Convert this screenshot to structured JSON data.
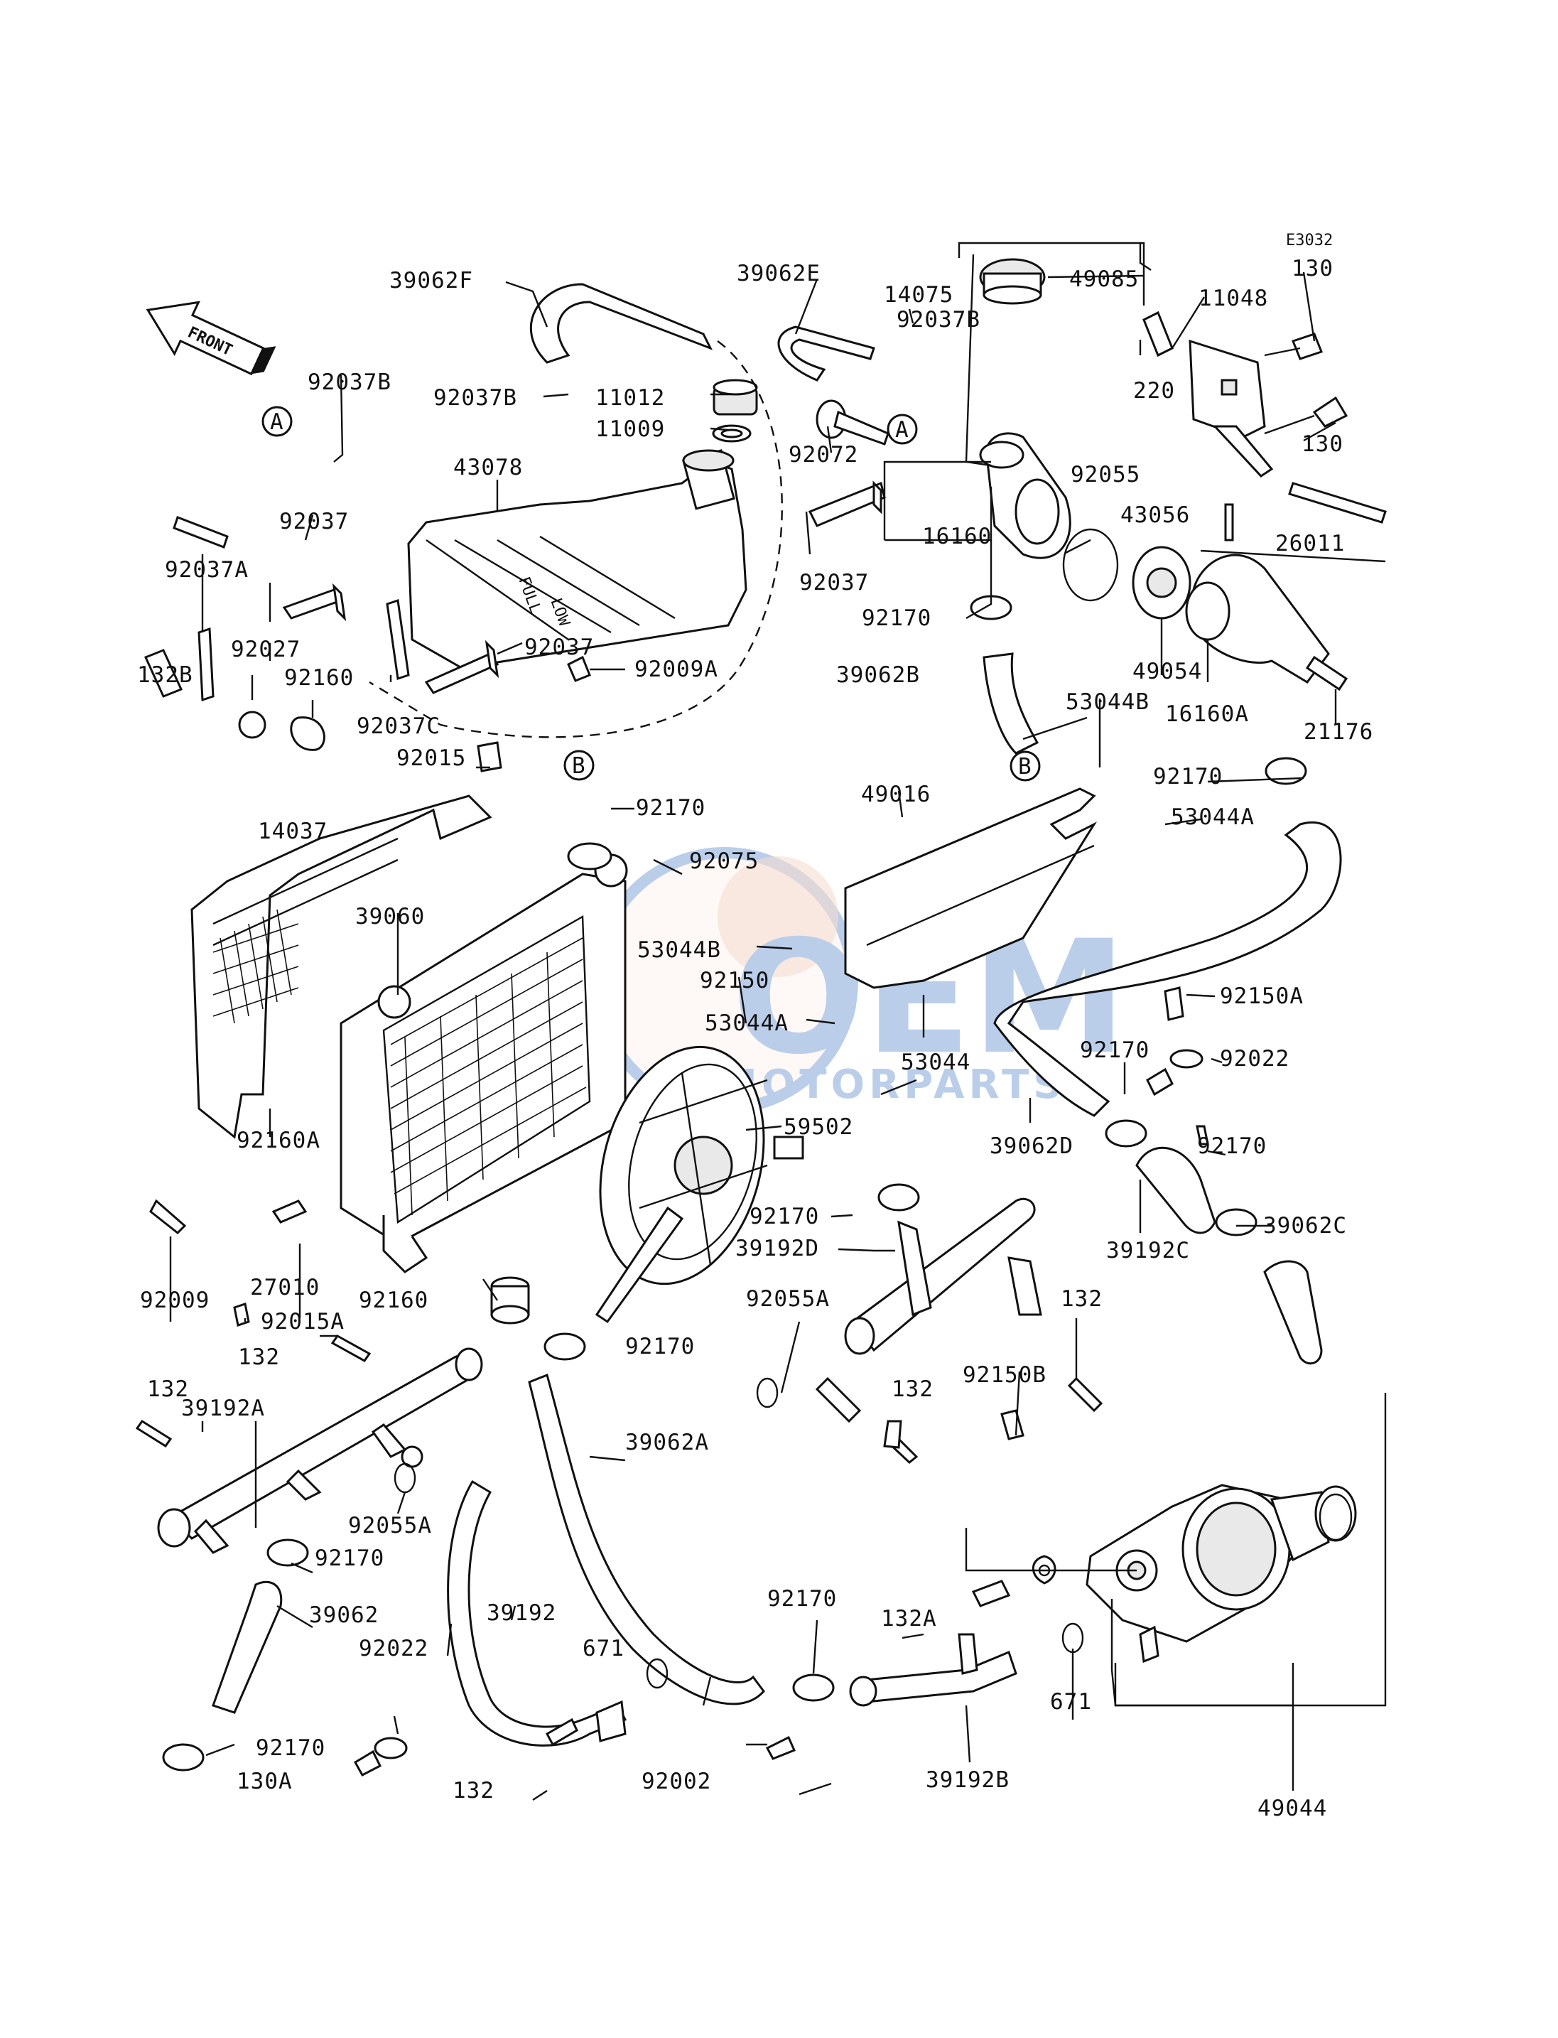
{
  "diagram_code": "E3032",
  "front_label": "FRONT",
  "watermark": {
    "brand": "OEM",
    "sub": "MOTORPARTS"
  },
  "tank_markings": {
    "full": "FULL",
    "low": "LOW"
  },
  "ref_markers": {
    "a": "A",
    "b": "B"
  },
  "parts": [
    "39062F",
    "39062E",
    "14075",
    "49085",
    "11048",
    "130",
    "130",
    "92037B",
    "92037B",
    "92037B",
    "11012",
    "11009",
    "92072",
    "220",
    "43078",
    "92037",
    "92037A",
    "92037",
    "92037",
    "16160",
    "92055",
    "43056",
    "26011",
    "132B",
    "92027",
    "92160",
    "92037C",
    "92009A",
    "92170",
    "49054",
    "16160A",
    "21176",
    "39062B",
    "53044B",
    "92170",
    "53044A",
    "92015",
    "14037",
    "92170",
    "49016",
    "92075",
    "39060",
    "53044B",
    "92150",
    "53044A",
    "53044",
    "92150A",
    "92022",
    "92170",
    "39062D",
    "92170",
    "59502",
    "92160A",
    "92170",
    "39192D",
    "39192C",
    "39062C",
    "27010",
    "92009",
    "92160",
    "92055A",
    "132",
    "92015A",
    "92170",
    "132",
    "92150B",
    "132",
    "132",
    "39192A",
    "39062A",
    "92055A",
    "92170",
    "39062",
    "92170",
    "132A",
    "39192",
    "92022",
    "671",
    "671",
    "92170",
    "130A",
    "132",
    "92002",
    "39192B",
    "49044"
  ]
}
